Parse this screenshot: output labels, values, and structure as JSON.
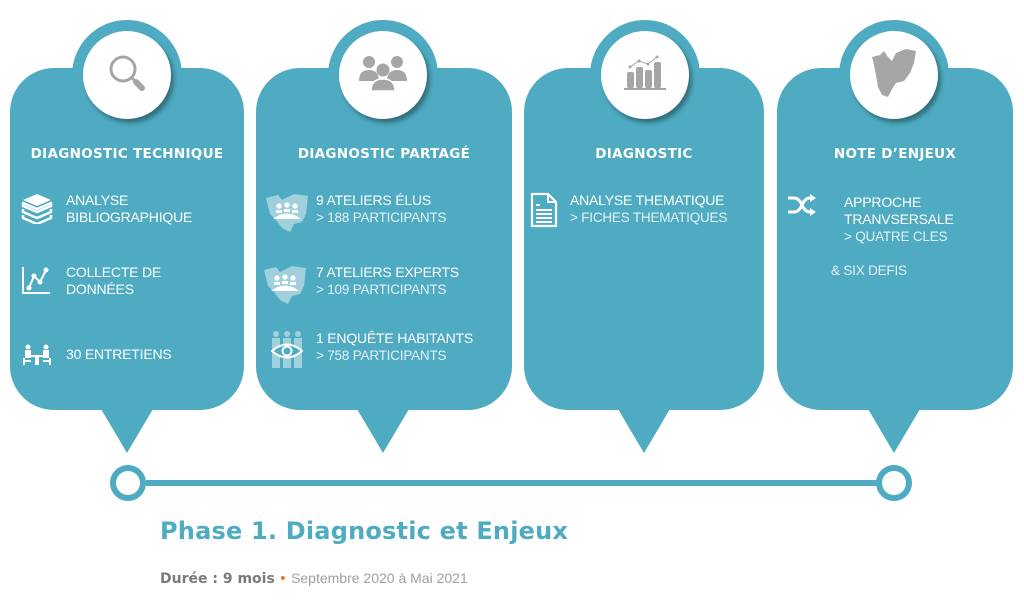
{
  "colors": {
    "accent": "#4eabc1",
    "badge_icon": "#a6a6a6",
    "white": "#ffffff",
    "grey_text": "#8a8a8a",
    "separator": "#e07b39"
  },
  "cards": [
    {
      "icon": "magnifier-icon",
      "title": "DIAGNOSTIC TECHNIQUE",
      "items": [
        {
          "icon": "books-icon",
          "main": "ANALYSE",
          "main2": "BIBLIOGRAPHIQUE"
        },
        {
          "icon": "line-chart-icon",
          "main": "COLLECTE DE",
          "main2": "DONNÉES"
        },
        {
          "icon": "meeting-icon",
          "main": "30 ENTRETIENS"
        }
      ]
    },
    {
      "icon": "group-icon",
      "title": "DIAGNOSTIC PARTAGÉ",
      "items": [
        {
          "icon": "map-meeting-icon",
          "main": "9 ATELIERS ÉLUS",
          "sub": "> 188 PARTICIPANTS"
        },
        {
          "icon": "map-meeting-icon",
          "main": "7 ATELIERS EXPERTS",
          "sub": "> 109 PARTICIPANTS"
        },
        {
          "icon": "people-eye-icon",
          "main": "1 ENQUÊTE HABITANTS",
          "sub": "> 758 PARTICIPANTS"
        }
      ]
    },
    {
      "icon": "bar-chart-icon",
      "title": "DIAGNOSTIC",
      "items": [
        {
          "icon": "document-icon",
          "main": "ANALYSE THEMATIQUE",
          "sub": "> FICHES THEMATIQUES"
        }
      ]
    },
    {
      "icon": "territory-map-icon",
      "title": "NOTE D’ENJEUX",
      "items": [
        {
          "icon": "shuffle-icon",
          "main": "APPROCHE",
          "main2": "TRANVSERSALE",
          "sub": "> QUATRE CLES",
          "sub2": "& SIX DEFIS"
        }
      ]
    }
  ],
  "phase": {
    "title": "Phase 1. Diagnostic et Enjeux",
    "duration_label": "Durée : 9 mois",
    "separator": "•",
    "dates": "Septembre 2020 à Mai 2021"
  }
}
